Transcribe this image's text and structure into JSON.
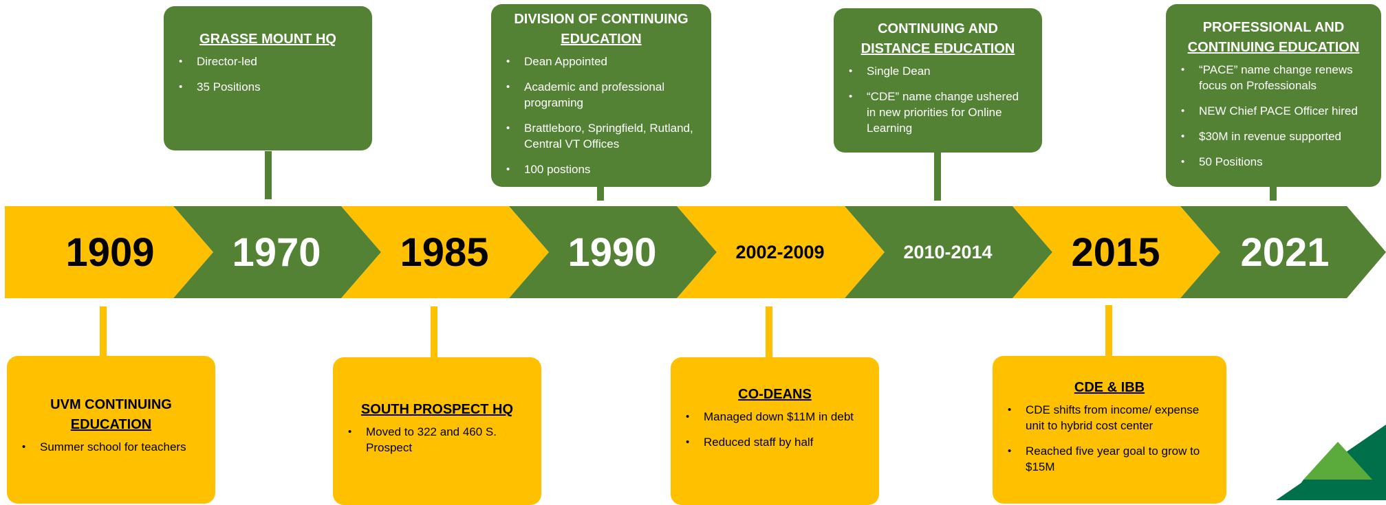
{
  "timeline": {
    "years": [
      "1909",
      "1970",
      "1985",
      "1990",
      "2002-2009",
      "2010-2014",
      "2015",
      "2021"
    ]
  },
  "cards_top": [
    {
      "year": "1970",
      "title_plain": "",
      "title_underlined": "GRASSE MOUNT HQ",
      "bullets": [
        "Director-led",
        "35 Positions"
      ]
    },
    {
      "year": "1990",
      "title_plain": "DIVISION OF CONTINUING",
      "title_underlined": "EDUCATION",
      "bullets": [
        "Dean Appointed",
        "Academic and professional programing",
        "Brattleboro, Springfield, Rutland, Central VT Offices",
        "100 postions"
      ]
    },
    {
      "year": "2010-2014",
      "title_plain": "CONTINUING AND",
      "title_underlined": "DISTANCE EDUCATION",
      "bullets": [
        "Single Dean",
        "“CDE” name change ushered in new priorities for Online Learning"
      ]
    },
    {
      "year": "2021",
      "title_plain": "PROFESSIONAL AND",
      "title_underlined": "CONTINUING EDUCATION",
      "bullets": [
        "“PACE” name change renews focus on Professionals",
        "NEW Chief PACE Officer hired",
        "$30M in revenue supported",
        "50 Positions"
      ]
    }
  ],
  "cards_bottom": [
    {
      "year": "1909",
      "title_plain": "UVM CONTINUING",
      "title_underlined": "EDUCATION",
      "bullets": [
        "Summer school for teachers"
      ]
    },
    {
      "year": "1985",
      "title_plain": "",
      "title_underlined": "SOUTH PROSPECT HQ",
      "bullets": [
        "Moved to 322 and 460 S. Prospect"
      ]
    },
    {
      "year": "2002-2009",
      "title_plain": "",
      "title_underlined": "CO-DEANS",
      "bullets": [
        "Managed down $11M in debt",
        "Reduced staff by half"
      ]
    },
    {
      "year": "2015",
      "title_plain": "",
      "title_underlined": "CDE & IBB",
      "bullets": [
        "CDE shifts from income/ expense unit to hybrid cost center",
        "Reached five year goal to grow to $15M"
      ]
    }
  ],
  "colors": {
    "green": "#548235",
    "yellow": "#FFC000",
    "corner_dark": "#00704A",
    "corner_light": "#5BAA3C"
  }
}
